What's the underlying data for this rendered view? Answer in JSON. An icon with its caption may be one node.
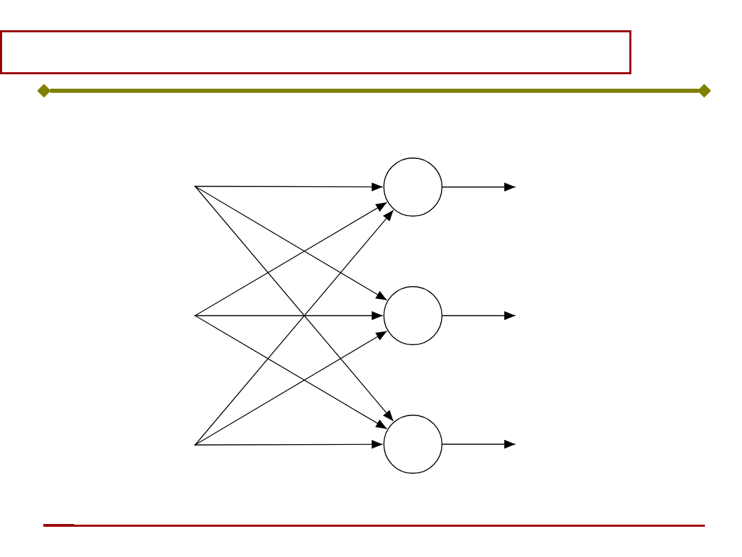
{
  "diagram": {
    "nodes": [
      {
        "text": [],
        "shape": "point"
      },
      {
        "text": [],
        "shape": "point"
      },
      {
        "text": [],
        "shape": "point"
      },
      {
        "text": [],
        "shape": "circle"
      },
      {
        "text": [],
        "shape": "circle"
      },
      {
        "text": [],
        "shape": "circle"
      }
    ],
    "edges": [
      {
        "from": 0,
        "to": 3,
        "arrow": "to"
      },
      {
        "from": 0,
        "to": 4,
        "arrow": "to"
      },
      {
        "from": 0,
        "to": 5,
        "arrow": "to"
      },
      {
        "from": 1,
        "to": 3,
        "arrow": "to"
      },
      {
        "from": 1,
        "to": 4,
        "arrow": "to"
      },
      {
        "from": 1,
        "to": 5,
        "arrow": "to"
      },
      {
        "from": 2,
        "to": 3,
        "arrow": "to"
      },
      {
        "from": 2,
        "to": 4,
        "arrow": "to"
      },
      {
        "from": 2,
        "to": 5,
        "arrow": "to"
      },
      {
        "from": 3,
        "to": null,
        "arrow": "to"
      },
      {
        "from": 4,
        "to": null,
        "arrow": "to"
      },
      {
        "from": 5,
        "to": null,
        "arrow": "to"
      }
    ]
  }
}
